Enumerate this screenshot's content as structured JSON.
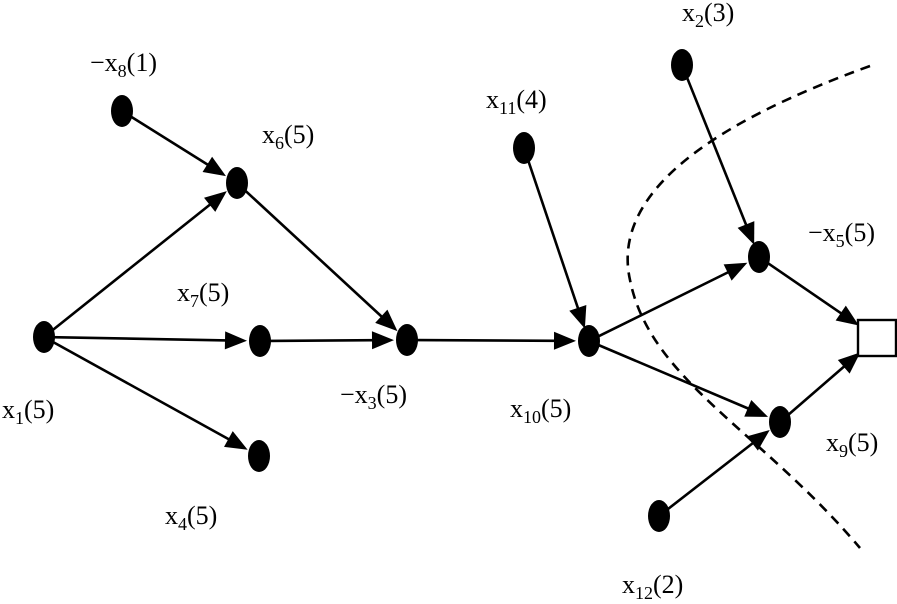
{
  "nodes": [
    {
      "id": "x1",
      "prefix": "",
      "var": "x",
      "sub": "1",
      "weight": "(5)"
    },
    {
      "id": "x2",
      "prefix": "",
      "var": "x",
      "sub": "2",
      "weight": "(3)"
    },
    {
      "id": "x3",
      "prefix": "−",
      "var": "x",
      "sub": "3",
      "weight": "(5)"
    },
    {
      "id": "x4",
      "prefix": "",
      "var": "x",
      "sub": "4",
      "weight": "(5)"
    },
    {
      "id": "x5",
      "prefix": "−",
      "var": "x",
      "sub": "5",
      "weight": "(5)"
    },
    {
      "id": "x6",
      "prefix": "",
      "var": "x",
      "sub": "6",
      "weight": "(5)"
    },
    {
      "id": "x7",
      "prefix": "",
      "var": "x",
      "sub": "7",
      "weight": "(5)"
    },
    {
      "id": "x8",
      "prefix": "−",
      "var": "x",
      "sub": "8",
      "weight": "(1)"
    },
    {
      "id": "x9",
      "prefix": "",
      "var": "x",
      "sub": "9",
      "weight": "(5)"
    },
    {
      "id": "x10",
      "prefix": "",
      "var": "x",
      "sub": "10",
      "weight": "(5)"
    },
    {
      "id": "x11",
      "prefix": "",
      "var": "x",
      "sub": "11",
      "weight": "(4)"
    },
    {
      "id": "x12",
      "prefix": "",
      "var": "x",
      "sub": "12",
      "weight": "(2)"
    }
  ],
  "edges": [
    {
      "from": "x8",
      "to": "x6"
    },
    {
      "from": "x1",
      "to": "x6"
    },
    {
      "from": "x1",
      "to": "x7"
    },
    {
      "from": "x1",
      "to": "x4"
    },
    {
      "from": "x6",
      "to": "x3"
    },
    {
      "from": "x7",
      "to": "x3"
    },
    {
      "from": "x3",
      "to": "x10"
    },
    {
      "from": "x11",
      "to": "x10"
    },
    {
      "from": "x10",
      "to": "x5"
    },
    {
      "from": "x10",
      "to": "x9"
    },
    {
      "from": "x2",
      "to": "x5"
    },
    {
      "from": "x12",
      "to": "x9"
    },
    {
      "from": "x5",
      "to": "sink"
    },
    {
      "from": "x9",
      "to": "sink"
    }
  ],
  "colors": {
    "ink": "#000000",
    "background": "#ffffff",
    "sink_fill": "#ffffff"
  }
}
